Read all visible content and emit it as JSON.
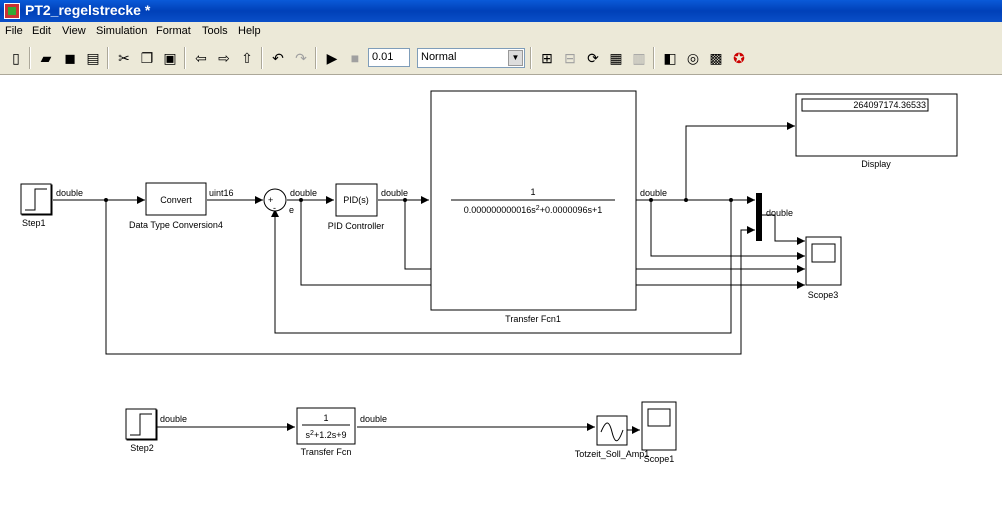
{
  "window": {
    "title": "PT2_regelstrecke *"
  },
  "menu": [
    "File",
    "Edit",
    "View",
    "Simulation",
    "Format",
    "Tools",
    "Help"
  ],
  "toolbar": {
    "stop_time": "0.01",
    "sim_mode": "Normal",
    "icons": [
      "new-icon",
      "open-icon",
      "save-icon",
      "print-icon",
      "cut-icon",
      "copy-icon",
      "paste-icon",
      "back-icon",
      "forward-icon",
      "up-icon",
      "undo-icon",
      "redo-icon",
      "start-icon",
      "stop-icon",
      "build-icon",
      "update-icon",
      "library-icon",
      "model-explorer-icon",
      "debugger-icon"
    ]
  },
  "model": {
    "step1": "Step1",
    "step2": "Step2",
    "convert_text": "Convert",
    "convert_name": "Data Type Conversion4",
    "pid_text": "PID(s)",
    "pid_name": "PID Controller",
    "tf1_num": "1",
    "tf1_name": "Transfer Fcn1",
    "tf_num": "1",
    "tf_name": "Transfer Fcn",
    "display_value": "264097174.36533",
    "display_name": "Display",
    "scope3": "Scope3",
    "scope1": "Scope1",
    "deadtime_name": "Totzeit_Soll_Amp1",
    "sum_plus": "+",
    "sum_minus": "-",
    "sig_double": "double",
    "sig_uint16": "uint16",
    "sig_e": "e"
  }
}
